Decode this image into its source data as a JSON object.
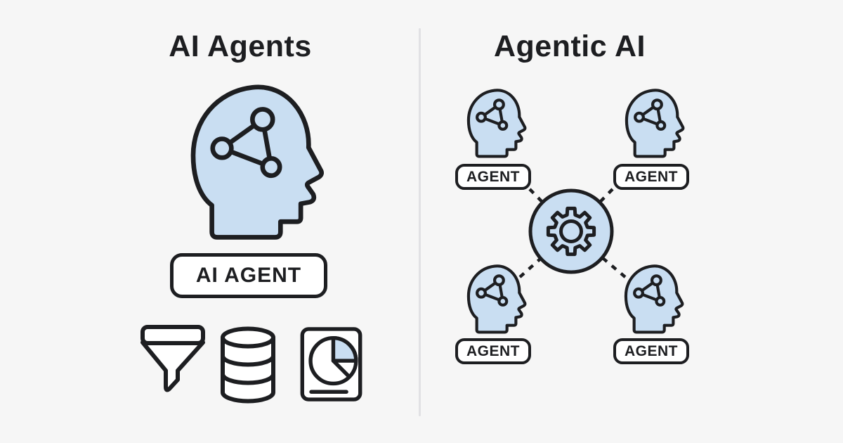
{
  "left_panel": {
    "title": "AI Agents",
    "head_icon": "head-profile-with-neural-network-icon",
    "agent_label": "AI AGENT",
    "tool_icons": [
      "funnel-icon",
      "database-icon",
      "pie-chart-report-icon"
    ]
  },
  "right_panel": {
    "title": "Agentic AI",
    "hub_icon": "gear-icon",
    "connection_style": "dashed-lines",
    "agents": [
      {
        "label": "AGENT",
        "position": "top-left"
      },
      {
        "label": "AGENT",
        "position": "top-right"
      },
      {
        "label": "AGENT",
        "position": "bottom-left"
      },
      {
        "label": "AGENT",
        "position": "bottom-right"
      }
    ]
  },
  "colors": {
    "background": "#f6f6f6",
    "ink": "#1d1e21",
    "blue": "#c9def2",
    "white": "#ffffff",
    "divider": "#e1e1e4"
  }
}
